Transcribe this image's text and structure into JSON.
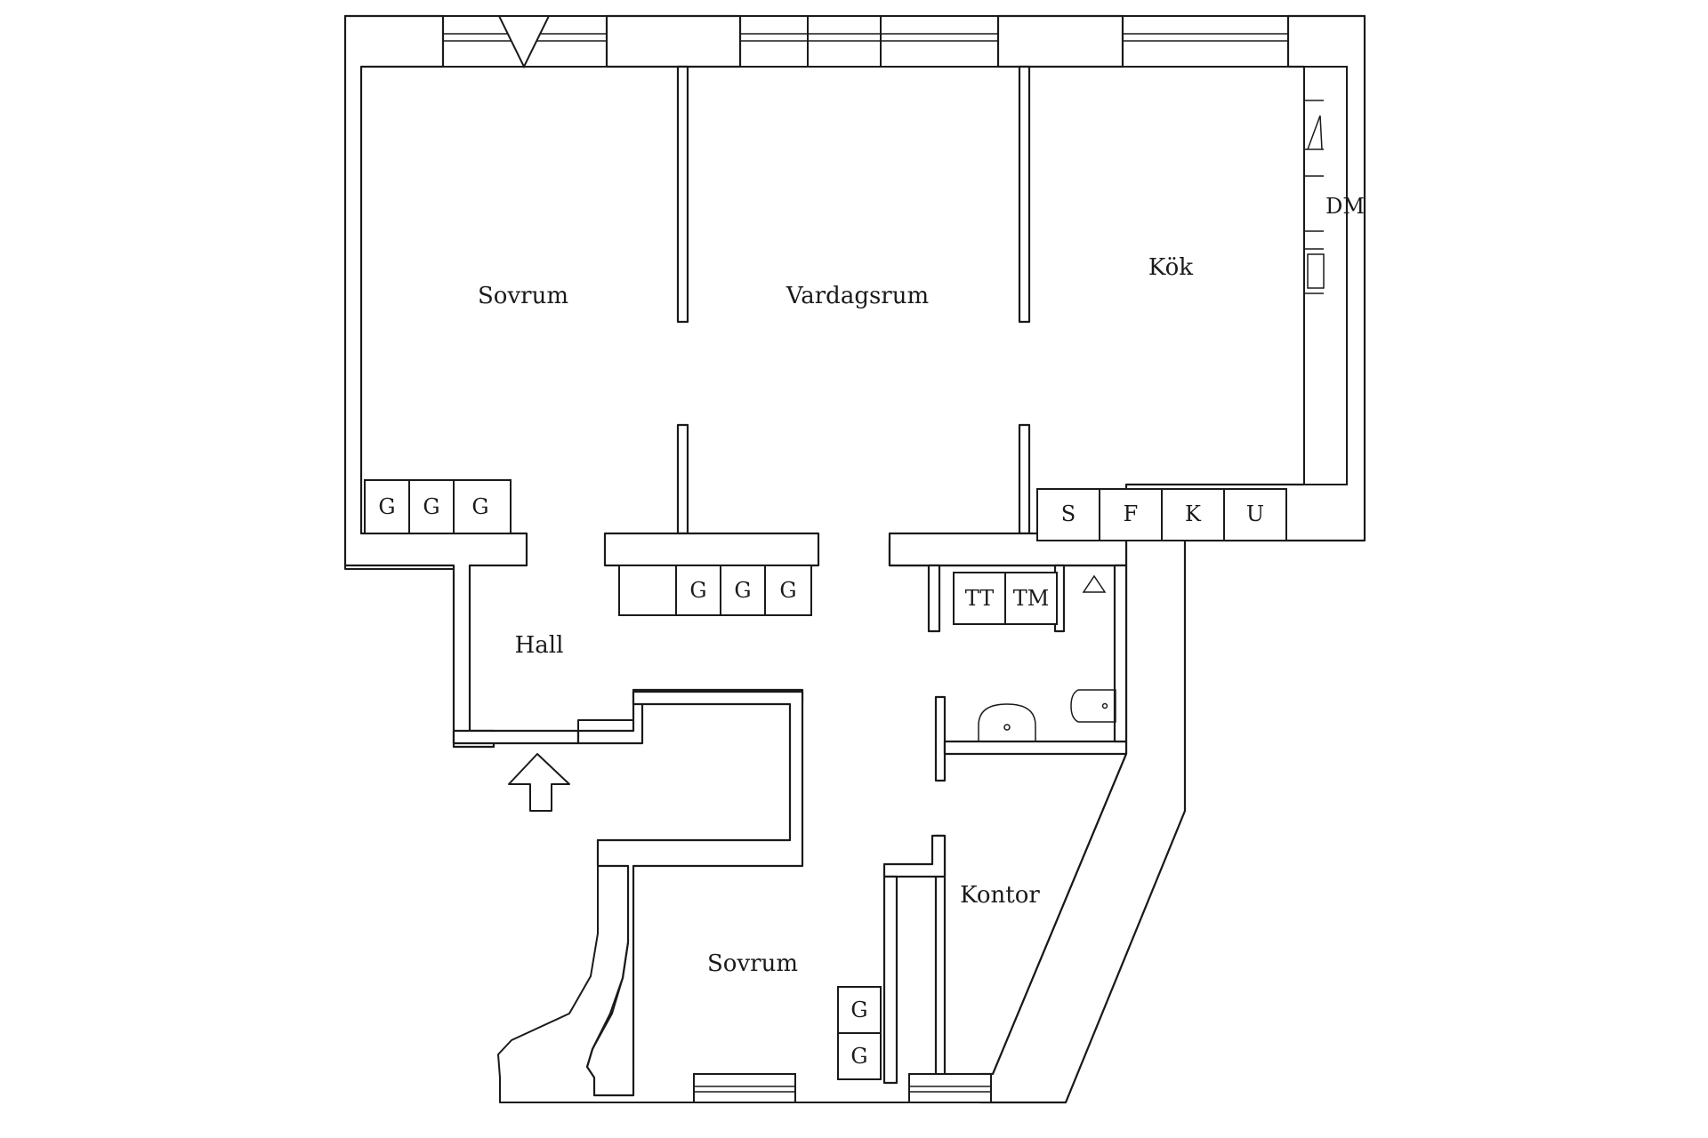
{
  "rooms": {
    "bedroom_1": "Sovrum",
    "living_room": "Vardagsrum",
    "kitchen": "Kök",
    "hall": "Hall",
    "office": "Kontor",
    "bedroom_2": "Sovrum"
  },
  "fixtures": {
    "wardrobe": "G",
    "stove": "S",
    "fridge": "F",
    "cooler": "K",
    "oven": "U",
    "dishwasher": "DM",
    "dryer": "TT",
    "washer": "TM"
  },
  "colors": {
    "line": "#1a1a1a",
    "background": "#ffffff"
  }
}
